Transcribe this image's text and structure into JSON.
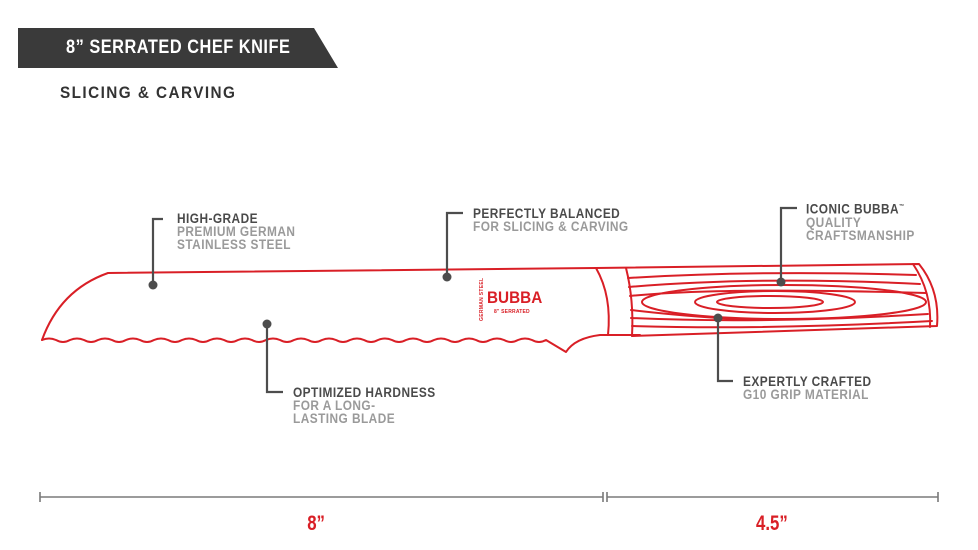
{
  "header": {
    "title": "8” SERRATED CHEF KNIFE",
    "subtitle": "SLICING & CARVING"
  },
  "callouts": [
    {
      "id": "high-grade",
      "head": "HIGH-GRADE",
      "sub": [
        "PREMIUM GERMAN",
        "STAINLESS STEEL"
      ]
    },
    {
      "id": "balanced",
      "head": "PERFECTLY BALANCED",
      "sub": [
        "FOR SLICING & CARVING"
      ]
    },
    {
      "id": "iconic",
      "head": "ICONIC BUBBA",
      "head_mark": "™",
      "sub": [
        "QUALITY",
        "CRAFTSMANSHIP"
      ]
    },
    {
      "id": "hardness",
      "head": "OPTIMIZED HARDNESS",
      "sub": [
        "FOR A LONG-",
        "LASTING BLADE"
      ]
    },
    {
      "id": "grip",
      "head": "EXPERTLY CRAFTED",
      "sub": [
        "G10 GRIP MATERIAL"
      ]
    }
  ],
  "blade_logo": {
    "brand": "BUBBA",
    "model": "8\" SERRATED",
    "vertical": "GERMAN STEEL"
  },
  "measurements": {
    "blade": "8”",
    "handle": "4.5”"
  },
  "colors": {
    "accent_red": "#d91f26",
    "banner_dark": "#3a3a3a",
    "callout_head": "#4a4a4a",
    "callout_sub": "#9a9a9a",
    "leader": "#4d4d4d"
  }
}
